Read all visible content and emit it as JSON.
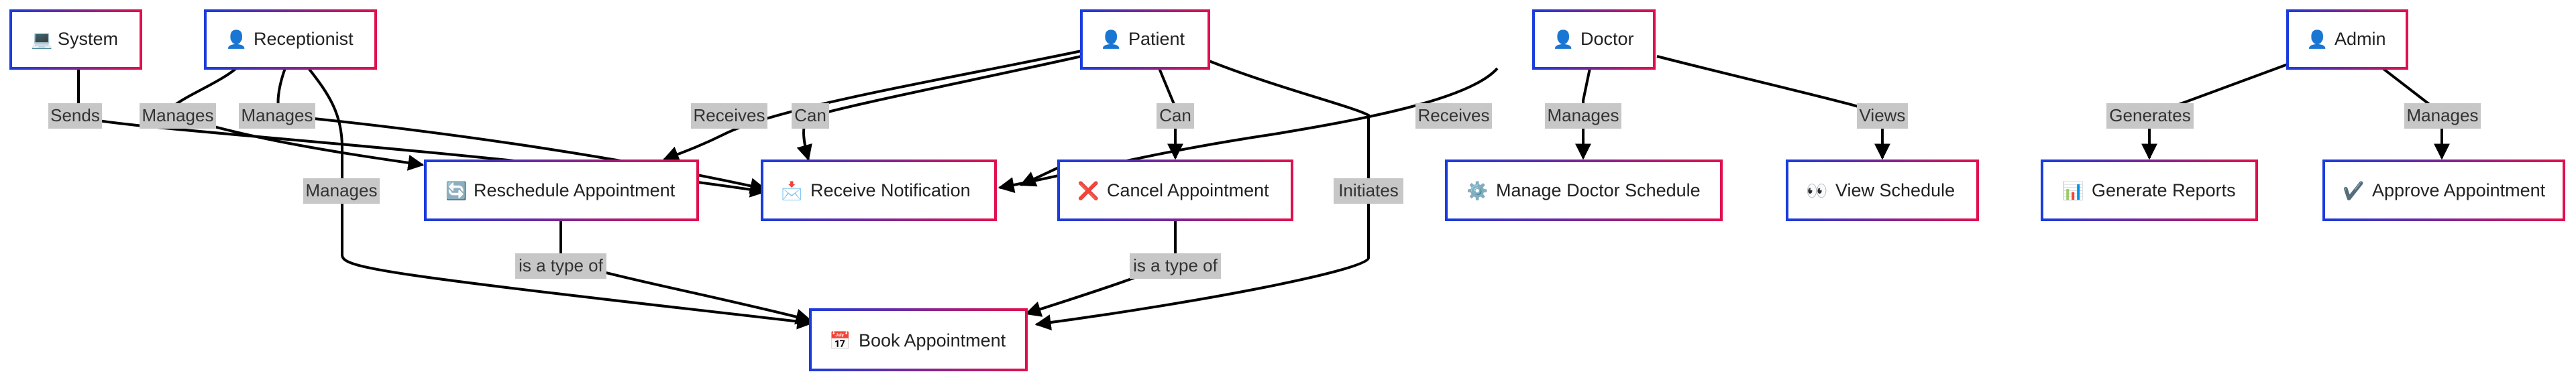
{
  "colors": {
    "node_gradient_start": "#1a3cdc",
    "node_gradient_end": "#e0104e",
    "edge": "#000000",
    "edge_label_bg": "#c7c7c7"
  },
  "nodes": {
    "system": {
      "icon": "💻",
      "icon_name": "laptop-icon",
      "label": "System"
    },
    "receptionist": {
      "icon": "👤",
      "icon_name": "user-icon",
      "label": "Receptionist"
    },
    "patient": {
      "icon": "👤",
      "icon_name": "user-icon",
      "label": "Patient"
    },
    "doctor": {
      "icon": "👤",
      "icon_name": "user-icon",
      "label": "Doctor"
    },
    "admin": {
      "icon": "👤",
      "icon_name": "user-icon",
      "label": "Admin"
    },
    "reschedule": {
      "icon": "🔄",
      "icon_name": "refresh-icon",
      "label": "Reschedule Appointment"
    },
    "notification": {
      "icon": "📩",
      "icon_name": "envelope-icon",
      "label": "Receive Notification"
    },
    "cancel": {
      "icon": "❌",
      "icon_name": "cross-icon",
      "label": "Cancel Appointment"
    },
    "manage_schedule": {
      "icon": "⚙️",
      "icon_name": "gear-icon",
      "label": "Manage Doctor Schedule"
    },
    "view_schedule": {
      "icon": "👀",
      "icon_name": "eyes-icon",
      "label": "View Schedule"
    },
    "reports": {
      "icon": "📊",
      "icon_name": "chart-icon",
      "label": "Generate Reports"
    },
    "approve": {
      "icon": "✔️",
      "icon_name": "checkmark-icon",
      "label": "Approve Appointment"
    },
    "book": {
      "icon": "📅",
      "icon_name": "calendar-icon",
      "label": "Book Appointment"
    }
  },
  "edge_labels": {
    "system_sends": "Sends",
    "receptionist_manages_1": "Manages",
    "receptionist_manages_2": "Manages",
    "receptionist_manages_3": "Manages",
    "patient_receives": "Receives",
    "patient_can_1": "Can",
    "patient_can_2": "Can",
    "patient_initiates": "Initiates",
    "doctor_receives": "Receives",
    "doctor_manages": "Manages",
    "doctor_views": "Views",
    "admin_generates": "Generates",
    "admin_manages": "Manages",
    "reschedule_type_of": "is a type of",
    "cancel_type_of": "is a type of"
  }
}
